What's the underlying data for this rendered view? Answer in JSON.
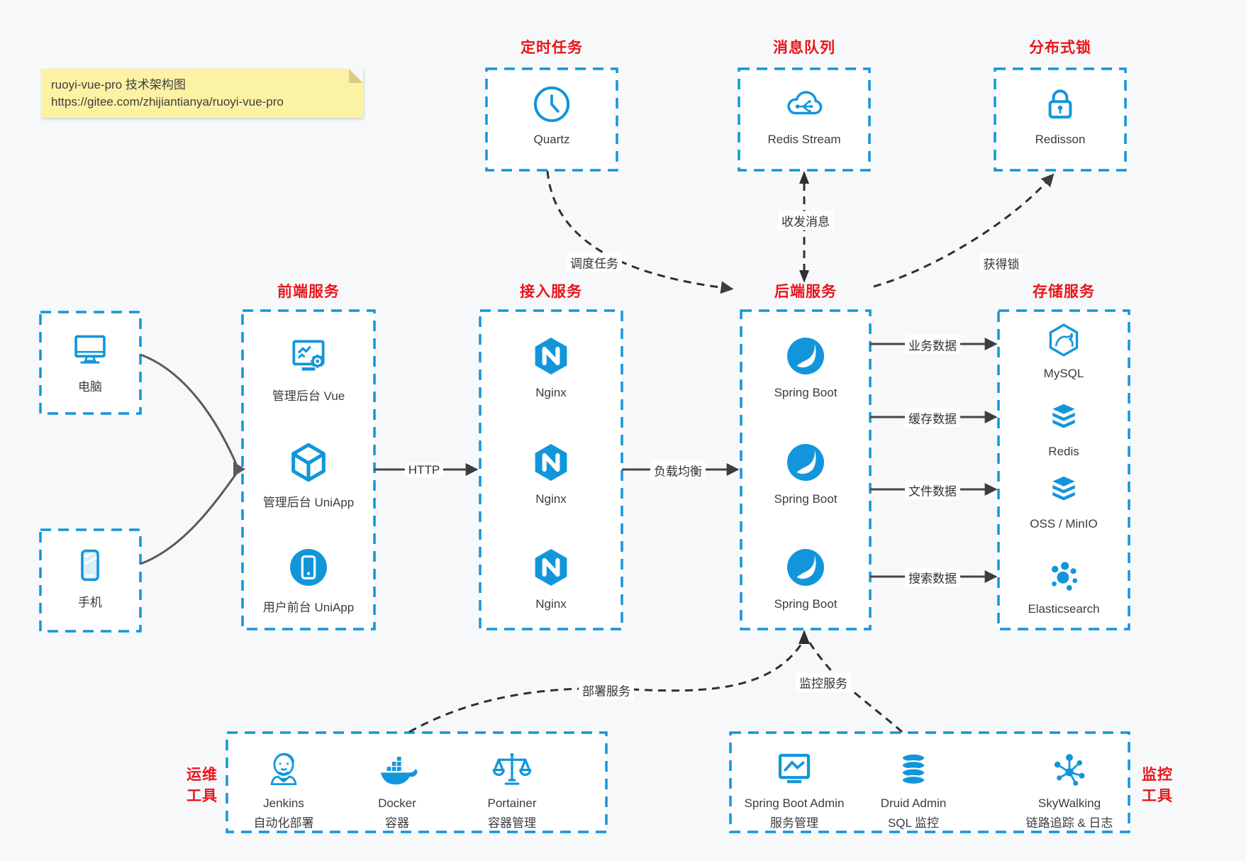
{
  "note": {
    "line1": "ruoyi-vue-pro 技术架构图",
    "line2": "https://gitee.com/zhijiantianya/ruoyi-vue-pro"
  },
  "top": {
    "scheduler": {
      "title": "定时任务",
      "label": "Quartz"
    },
    "mq": {
      "title": "消息队列",
      "label": "Redis Stream"
    },
    "lock": {
      "title": "分布式锁",
      "label": "Redisson"
    }
  },
  "clients": {
    "pc": {
      "label": "电脑"
    },
    "mobile": {
      "label": "手机"
    }
  },
  "groups": {
    "frontend": {
      "title": "前端服务",
      "items": [
        "管理后台 Vue",
        "管理后台 UniApp",
        "用户前台 UniApp"
      ]
    },
    "access": {
      "title": "接入服务",
      "items": [
        "Nginx",
        "Nginx",
        "Nginx"
      ]
    },
    "backend": {
      "title": "后端服务",
      "items": [
        "Spring Boot",
        "Spring Boot",
        "Spring Boot"
      ]
    },
    "storage": {
      "title": "存储服务",
      "items": [
        "MySQL",
        "Redis",
        "OSS / MinIO",
        "Elasticsearch"
      ]
    }
  },
  "ops": {
    "title": [
      "运维",
      "工具"
    ],
    "items": [
      {
        "name": "Jenkins",
        "desc": "自动化部署"
      },
      {
        "name": "Docker",
        "desc": "容器"
      },
      {
        "name": "Portainer",
        "desc": "容器管理"
      }
    ]
  },
  "monitoring": {
    "title": [
      "监控",
      "工具"
    ],
    "items": [
      {
        "name": "Spring Boot Admin",
        "desc": "服务管理"
      },
      {
        "name": "Druid Admin",
        "desc": "SQL 监控"
      },
      {
        "name": "SkyWalking",
        "desc": "链路追踪 & 日志"
      }
    ]
  },
  "edges": {
    "http": "HTTP",
    "load_balance": "负载均衡",
    "business_data": "业务数据",
    "cache_data": "缓存数据",
    "file_data": "文件数据",
    "search_data": "搜索数据",
    "schedule_task": "调度任务",
    "send_receive_message": "收发消息",
    "acquire_lock": "获得锁",
    "deploy_service": "部署服务",
    "monitor_service": "监控服务"
  },
  "colors": {
    "accent_blue": "#1296db",
    "title_red": "#e9151b",
    "note_bg": "#fbf2a3"
  }
}
